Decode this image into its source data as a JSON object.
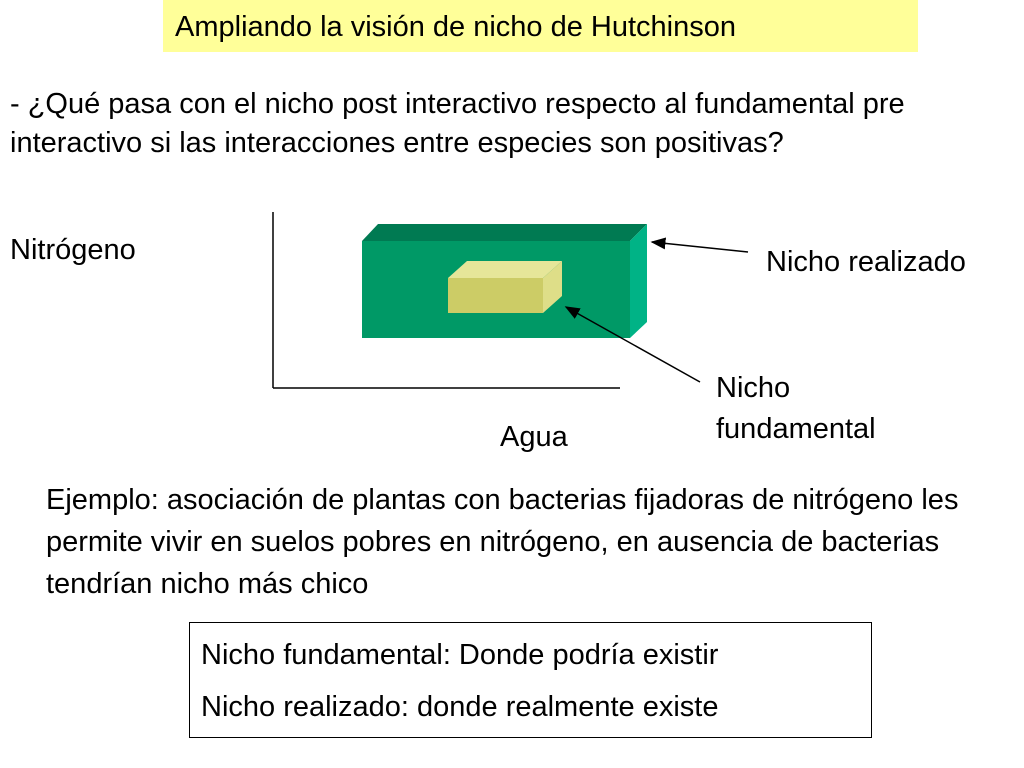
{
  "title": "Ampliando la visión de nicho de Hutchinson",
  "question": "- ¿Qué pasa con el nicho post interactivo respecto al fundamental  pre interactivo si las interacciones entre especies son positivas?",
  "diagram": {
    "y_axis_label": "Nitrógeno",
    "x_axis_label": "Agua",
    "realized_niche_label": "Nicho realizado",
    "fundamental_niche_label_line1": "Nicho",
    "fundamental_niche_label_line2": "fundamental",
    "colors": {
      "realized_front": "#009966",
      "realized_top": "#007a52",
      "realized_side": "#00b386",
      "fundamental_front": "#cccc66",
      "fundamental_top": "#e6e699",
      "fundamental_side": "#dede88"
    }
  },
  "example": "Ejemplo: asociación de plantas con bacterias fijadoras de nitrógeno les permite vivir en suelos pobres en nitrógeno, en ausencia de bacterias tendrían nicho más chico",
  "definitions": [
    "Nicho fundamental: Donde podría existir",
    "Nicho realizado: donde realmente existe"
  ]
}
